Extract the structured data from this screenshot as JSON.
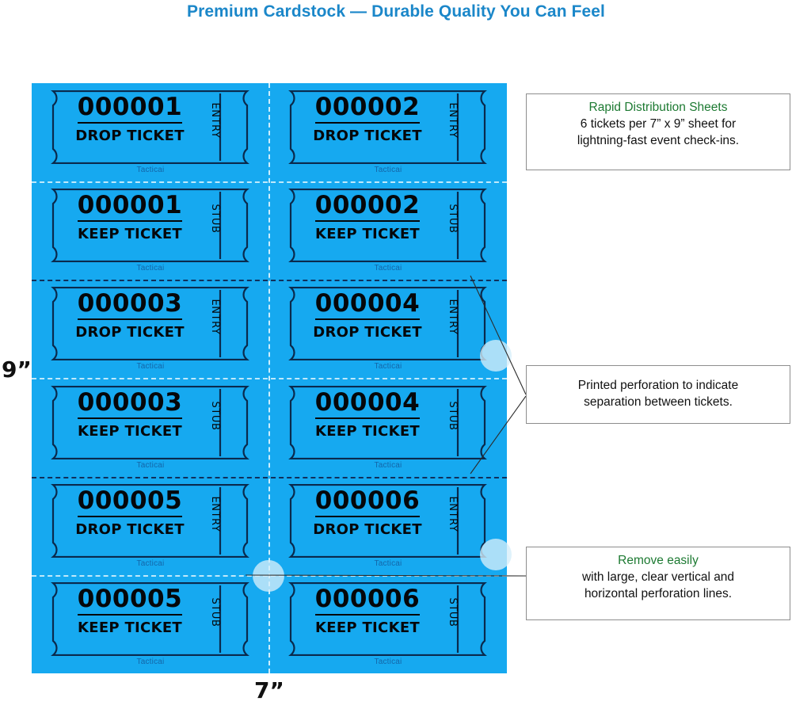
{
  "headline": "Premium Cardstock — Durable Quality You Can Feel",
  "sheet": {
    "width_label": "7”",
    "height_label": "9”",
    "brand": "Tacticai",
    "rows": [
      {
        "type": "entry",
        "side_label": "ENTRY",
        "action_label": "DROP TICKET",
        "left_number": "000001",
        "right_number": "000002"
      },
      {
        "type": "stub",
        "side_label": "STUB",
        "action_label": "KEEP TICKET",
        "left_number": "000001",
        "right_number": "000002"
      },
      {
        "type": "entry",
        "side_label": "ENTRY",
        "action_label": "DROP TICKET",
        "left_number": "000003",
        "right_number": "000004"
      },
      {
        "type": "stub",
        "side_label": "STUB",
        "action_label": "KEEP TICKET",
        "left_number": "000003",
        "right_number": "000004"
      },
      {
        "type": "entry",
        "side_label": "ENTRY",
        "action_label": "DROP TICKET",
        "left_number": "000005",
        "right_number": "000006"
      },
      {
        "type": "stub",
        "side_label": "STUB",
        "action_label": "KEEP TICKET",
        "left_number": "000005",
        "right_number": "000006"
      }
    ]
  },
  "callouts": [
    {
      "title": "Rapid Distribution Sheets",
      "line1": "6 tickets per 7” x 9” sheet for",
      "line2": "lightning-fast event check-ins."
    },
    {
      "title": "",
      "line1": "Printed perforation to indicate",
      "line2": "separation between tickets."
    },
    {
      "title": "Remove easily",
      "line1": "with large, clear vertical and",
      "line2": "horizontal perforation lines."
    }
  ],
  "colors": {
    "sheet_blue": "#16a9f0",
    "headline_blue": "#1b87c9",
    "callout_green": "#1d7a32",
    "ink_black": "#05070a",
    "perf_light": "#cdeefc",
    "perf_dark": "#10305c"
  }
}
